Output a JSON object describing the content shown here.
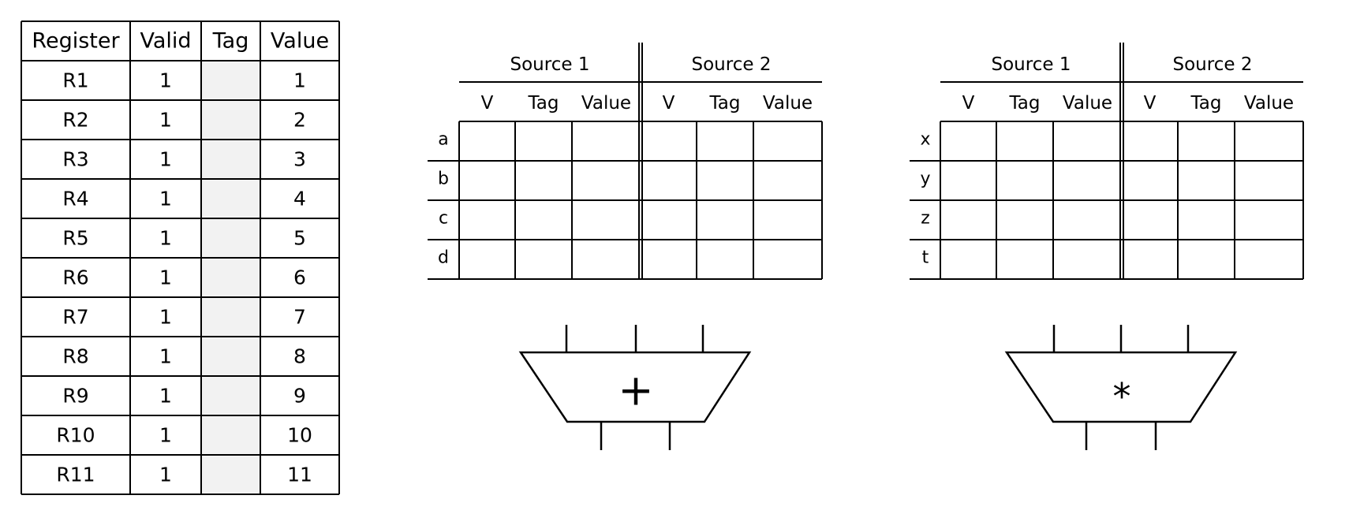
{
  "register_file": {
    "headers": [
      "Register",
      "Valid",
      "Tag",
      "Value"
    ],
    "rows": [
      {
        "register": "R1",
        "valid": "1",
        "tag": "",
        "value": "1"
      },
      {
        "register": "R2",
        "valid": "1",
        "tag": "",
        "value": "2"
      },
      {
        "register": "R3",
        "valid": "1",
        "tag": "",
        "value": "3"
      },
      {
        "register": "R4",
        "valid": "1",
        "tag": "",
        "value": "4"
      },
      {
        "register": "R5",
        "valid": "1",
        "tag": "",
        "value": "5"
      },
      {
        "register": "R6",
        "valid": "1",
        "tag": "",
        "value": "6"
      },
      {
        "register": "R7",
        "valid": "1",
        "tag": "",
        "value": "7"
      },
      {
        "register": "R8",
        "valid": "1",
        "tag": "",
        "value": "8"
      },
      {
        "register": "R9",
        "valid": "1",
        "tag": "",
        "value": "9"
      },
      {
        "register": "R10",
        "valid": "1",
        "tag": "",
        "value": "10"
      },
      {
        "register": "R11",
        "valid": "1",
        "tag": "",
        "value": "11"
      }
    ],
    "tag_column_fill": "#f2f2f2"
  },
  "reservation_stations": [
    {
      "id": "adder",
      "group_headers": [
        "Source 1",
        "Source 2"
      ],
      "column_headers": [
        "V",
        "Tag",
        "Value",
        "V",
        "Tag",
        "Value"
      ],
      "rows": [
        "a",
        "b",
        "c",
        "d"
      ],
      "functional_unit_symbol": "+"
    },
    {
      "id": "multiplier",
      "group_headers": [
        "Source 1",
        "Source 2"
      ],
      "column_headers": [
        "V",
        "Tag",
        "Value",
        "V",
        "Tag",
        "Value"
      ],
      "rows": [
        "x",
        "y",
        "z",
        "t"
      ],
      "functional_unit_symbol": "*"
    }
  ]
}
